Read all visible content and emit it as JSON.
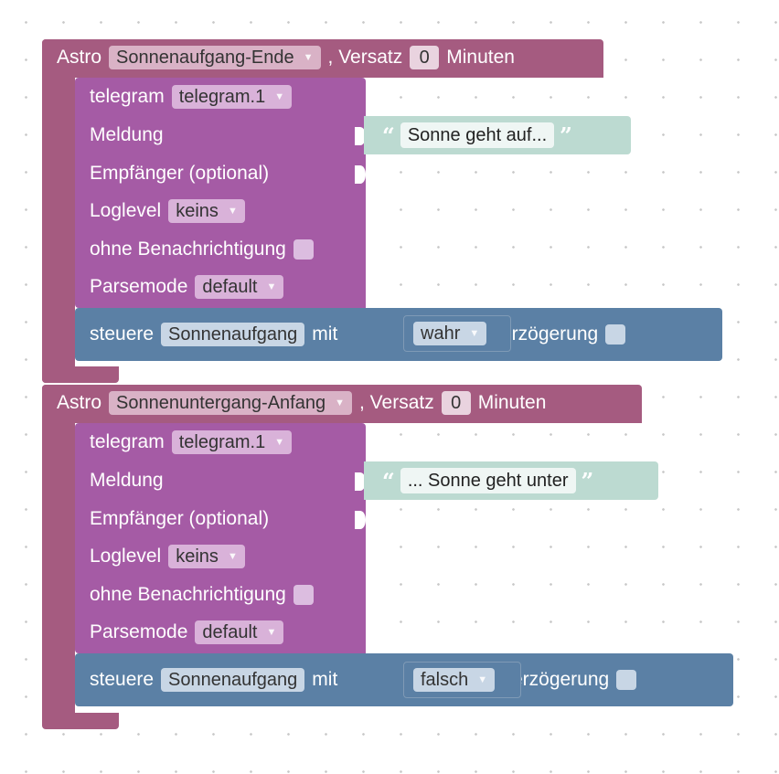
{
  "blocks": [
    {
      "astro": {
        "label": "Astro",
        "event": "Sonnenaufgang-Ende",
        "offset_label": ", Versatz",
        "offset": "0",
        "unit": "Minuten"
      },
      "telegram": {
        "label": "telegram",
        "instance": "telegram.1",
        "message_label": "Meldung",
        "message": "Sonne geht auf...",
        "recipient_label": "Empfänger (optional)",
        "loglevel_label": "Loglevel",
        "loglevel": "keins",
        "silent_label": "ohne Benachrichtigung",
        "parsemode_label": "Parsemode",
        "parsemode": "default"
      },
      "control": {
        "label": "steuere",
        "target": "Sonnenaufgang",
        "with_label": "mit",
        "value": "wahr",
        "delay_label": "mit Verzögerung"
      }
    },
    {
      "astro": {
        "label": "Astro",
        "event": "Sonnenuntergang-Anfang",
        "offset_label": ", Versatz",
        "offset": "0",
        "unit": "Minuten"
      },
      "telegram": {
        "label": "telegram",
        "instance": "telegram.1",
        "message_label": "Meldung",
        "message": "... Sonne geht unter",
        "recipient_label": "Empfänger (optional)",
        "loglevel_label": "Loglevel",
        "loglevel": "keins",
        "silent_label": "ohne Benachrichtigung",
        "parsemode_label": "Parsemode",
        "parsemode": "default"
      },
      "control": {
        "label": "steuere",
        "target": "Sonnenaufgang",
        "with_label": "mit",
        "value": "falsch",
        "delay_label": "mit Verzögerung"
      }
    }
  ],
  "icons": {
    "dropdown": "dropdown-arrow-icon",
    "quote_open": "“",
    "quote_close": "”",
    "arrow_glyph": "▼"
  },
  "colors": {
    "astro": "#a55b80",
    "telegram": "#a55ba5",
    "control": "#5b80a5",
    "text": "#bcdad1"
  }
}
